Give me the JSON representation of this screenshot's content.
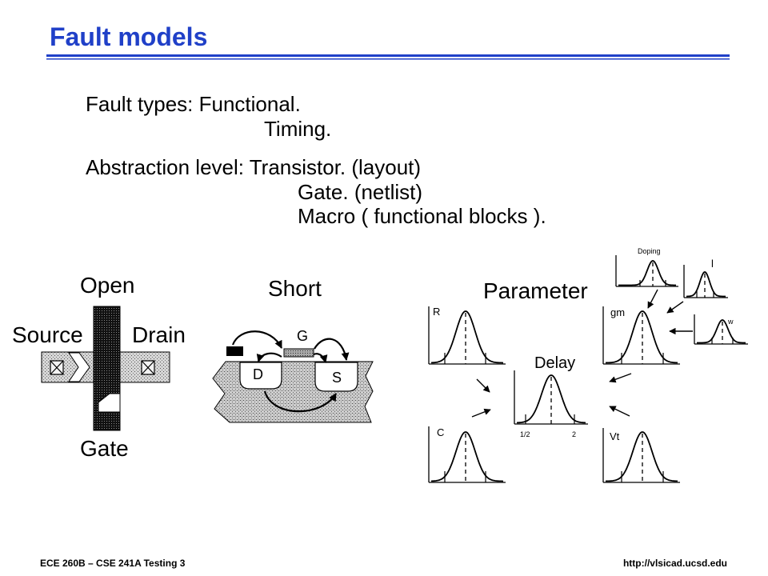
{
  "slide": {
    "title": "Fault models",
    "title_color": "#2040C8",
    "rule_color": "#2040C8"
  },
  "body": {
    "line_1": "Fault types: Functional.",
    "line_2": "Timing.",
    "line_3": "Abstraction level: Transistor. (layout)",
    "line_4": "Gate. (netlist)",
    "line_5": "Macro ( functional blocks )."
  },
  "open_diagram": {
    "title": "Open",
    "source_label": "Source",
    "drain_label": "Drain",
    "gate_label": "Gate"
  },
  "short_diagram": {
    "title": "Short",
    "gate_label": "G",
    "drain_label": "D",
    "source_label": "S"
  },
  "parameter_diagram": {
    "title": "Parameter",
    "r_label": "R",
    "c_label": "C",
    "delay_label": "Delay",
    "delay_tick_low": "1/2",
    "delay_tick_high": "2",
    "gm_label": "gm",
    "vt_label": "Vt",
    "doping_label": "Doping",
    "l_label": "l",
    "w_label": "w"
  },
  "footer": {
    "course": "ECE 260B – CSE 241A Testing 3",
    "url": "http://vlsicad.ucsd.edu"
  }
}
